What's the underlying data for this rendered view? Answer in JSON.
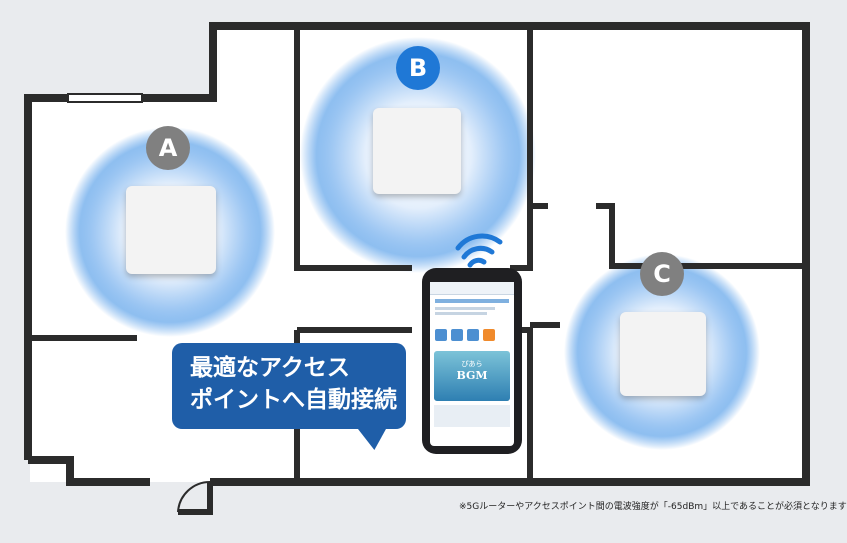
{
  "access_points": [
    {
      "id": "A",
      "label": "A"
    },
    {
      "id": "B",
      "label": "B"
    },
    {
      "id": "C",
      "label": "C"
    }
  ],
  "colors": {
    "wall": "#2b2b2b",
    "floor": "#ffffff",
    "signal": "#3d8fe6",
    "callout": "#1f5ea8",
    "ap_label": "#808080"
  },
  "callout": {
    "line1": "最適なアクセス",
    "line2": "ポイントへ自動接続"
  },
  "footnote": "※5Gルーターやアクセスポイント間の電波強度が「-65dBm」以上であることが必須となります",
  "phone_screen": {
    "banner_title": "ぴあら",
    "banner_subtitle": "BGM"
  }
}
